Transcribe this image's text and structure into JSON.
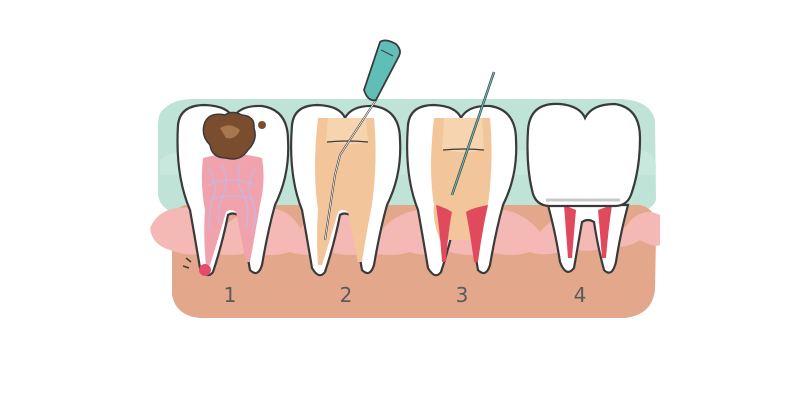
{
  "steps": [
    {
      "number": "1"
    },
    {
      "number": "2"
    },
    {
      "number": "3"
    },
    {
      "number": "4"
    }
  ],
  "colors": {
    "background": "#ffffff",
    "back_band": "#bfe3d6",
    "gum_dark": "#e3a88c",
    "gum_pink": "#f4b9b4",
    "tooth_white": "#ffffff",
    "outline": "#3a3a3a",
    "pulp_infected": "#f0a3ad",
    "nerve": "#c7b7e0",
    "decay": "#7a4d2e",
    "canal_filled": "#f2c59a",
    "root_red": "#e04a5c",
    "instrument_teal": "#5fbfb8",
    "infection_dot": "#e84a6a"
  },
  "icons": {
    "crown": "crown-icon",
    "file_instrument": "endodontic-file-icon",
    "needle_instrument": "irrigation-needle-icon"
  }
}
